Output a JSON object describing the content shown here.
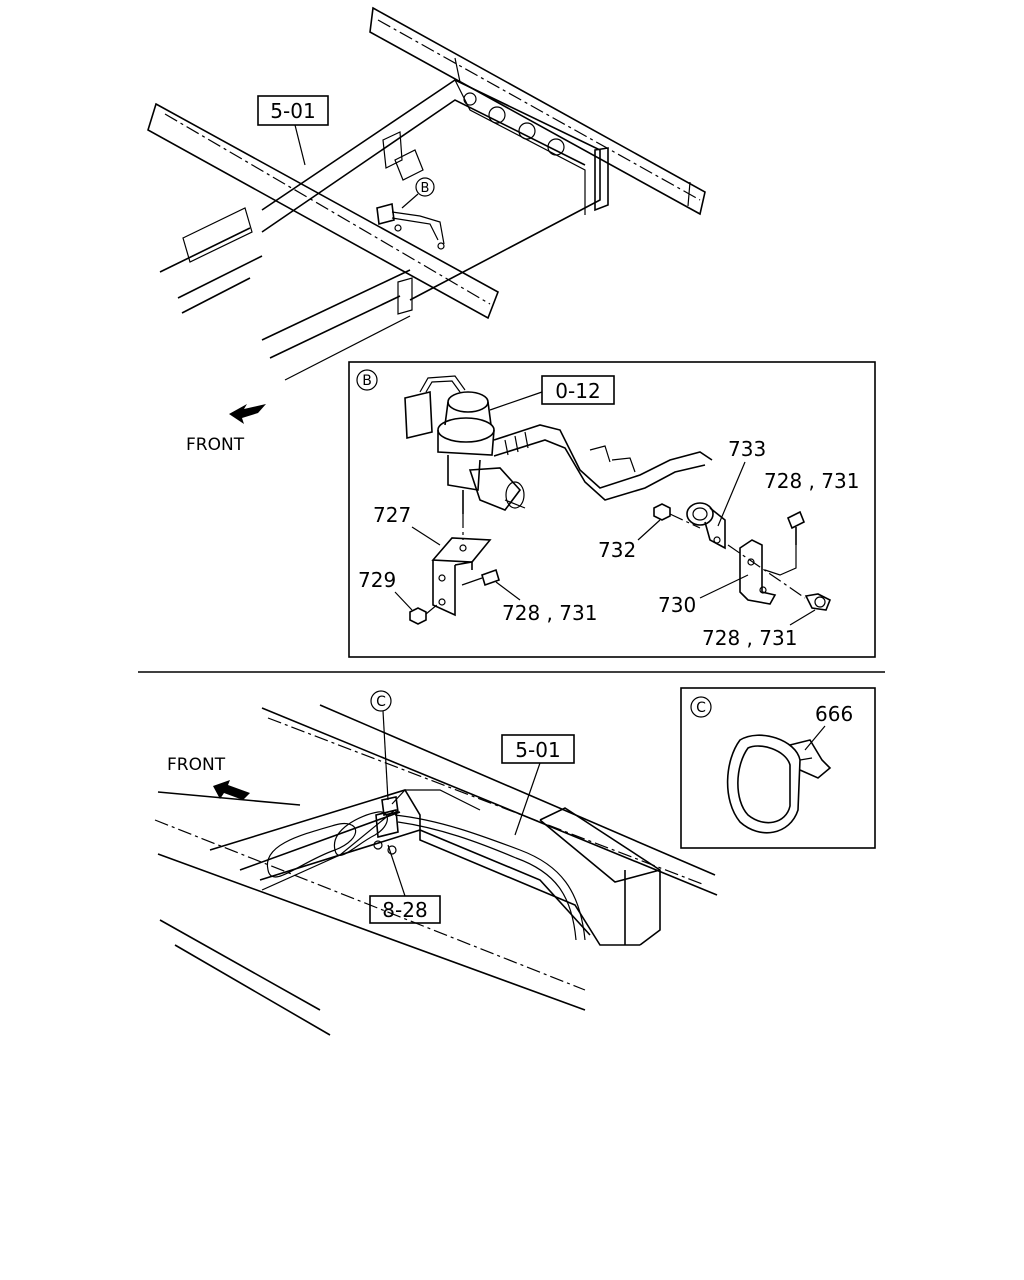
{
  "top_view": {
    "ref_box": "5-01",
    "callout": "B",
    "front_label": "FRONT"
  },
  "detail_b": {
    "callout": "B",
    "ref_box": "0-12",
    "parts": {
      "p727": "727",
      "p729": "729",
      "p728_731_a": "728 , 731",
      "p732": "732",
      "p733": "733",
      "p728_731_b": "728 , 731",
      "p730": "730",
      "p728_731_c": "728 , 731"
    }
  },
  "bottom_view": {
    "callout": "C",
    "front_label": "FRONT",
    "ref_box_top": "5-01",
    "ref_box_bottom": "8-28"
  },
  "detail_c": {
    "callout": "C",
    "part": "666"
  }
}
